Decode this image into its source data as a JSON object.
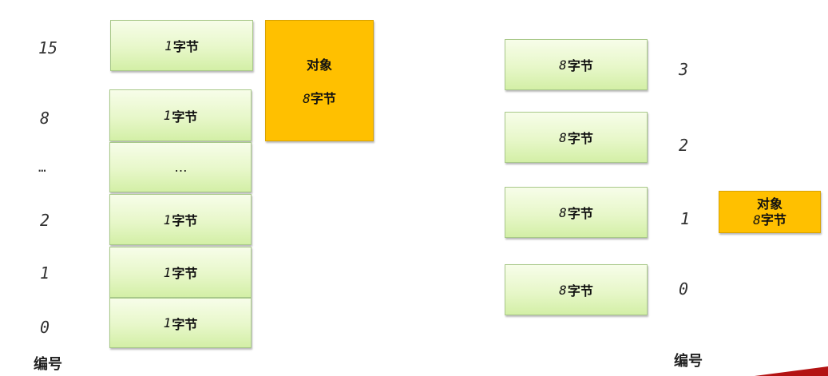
{
  "left": {
    "numbers": [
      "15",
      "8",
      "…",
      "2",
      "1",
      "0"
    ],
    "cells": [
      {
        "digit": "1",
        "unit": "字节"
      },
      {
        "digit": "1",
        "unit": "字节"
      },
      {
        "digit": "",
        "unit": "…"
      },
      {
        "digit": "1",
        "unit": "字节"
      },
      {
        "digit": "1",
        "unit": "字节"
      },
      {
        "digit": "1",
        "unit": "字节"
      }
    ],
    "object": {
      "line1": "对象",
      "digit": "8",
      "unit": "字节"
    },
    "caption": "编号"
  },
  "right": {
    "numbers": [
      "3",
      "2",
      "1",
      "0"
    ],
    "cells": [
      {
        "digit": "8",
        "unit": "字节"
      },
      {
        "digit": "8",
        "unit": "字节"
      },
      {
        "digit": "8",
        "unit": "字节"
      },
      {
        "digit": "8",
        "unit": "字节"
      }
    ],
    "object": {
      "line1": "对象",
      "digit": "8",
      "unit": "字节"
    },
    "caption": "编号"
  },
  "colors": {
    "cell_green": "#e7f7c9",
    "object_orange": "#ffc000",
    "corner_red": "#b31313"
  }
}
